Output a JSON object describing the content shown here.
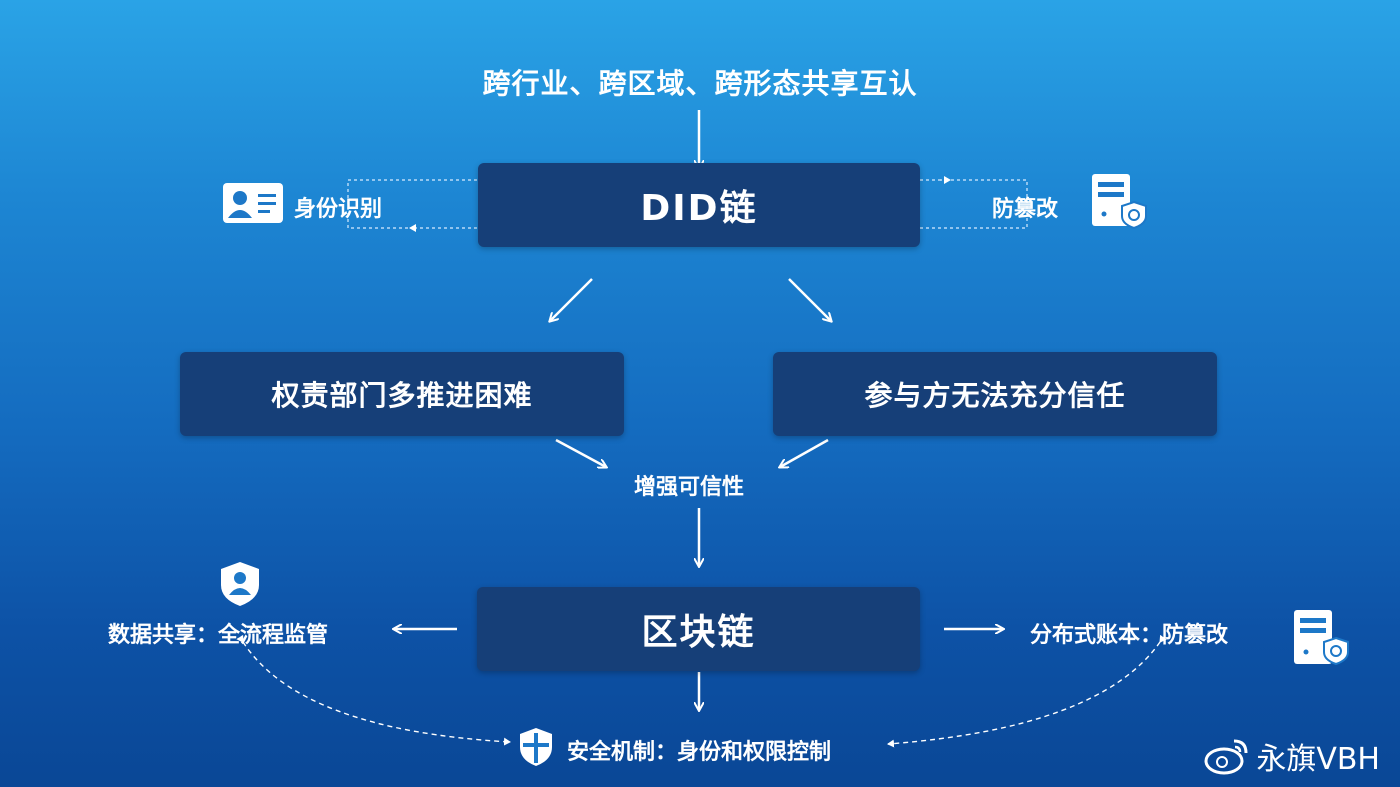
{
  "top": {
    "text": "跨行业、跨区域、跨形态共享互认"
  },
  "did": {
    "label": "DID链"
  },
  "side": {
    "identity": "身份识别",
    "tamper": "防篡改"
  },
  "problems": {
    "left": "权责部门多推进困难",
    "right": "参与方无法充分信任"
  },
  "trust": {
    "label": "增强可信性"
  },
  "chain": {
    "label": "区块链"
  },
  "bottom": {
    "share": "数据共享：全流程监管",
    "ledger": "分布式账本：防篡改",
    "security": "安全机制：身份和权限控制"
  },
  "watermark": {
    "text": "永旗VBH"
  },
  "icons": [
    "id-card-icon",
    "server-shield-icon",
    "user-shield-icon",
    "cross-shield-icon",
    "weibo-icon"
  ],
  "colors": {
    "box": "#163f78",
    "bg_top": "#2aa3e6",
    "bg_bottom": "#0a4796",
    "text": "#ffffff"
  }
}
